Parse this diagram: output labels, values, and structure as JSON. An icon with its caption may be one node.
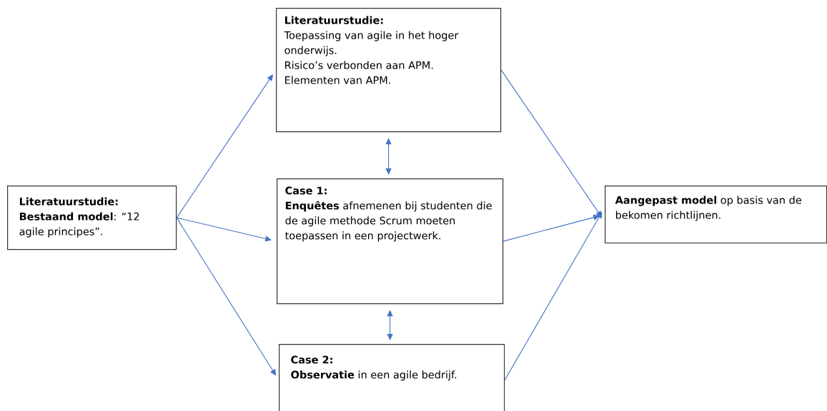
{
  "diagram": {
    "nodes": [
      {
        "text": [
          "Literatuurstudie:",
          "**Bestaand model**: “12 agile principes”."
        ]
      },
      {
        "text": [
          "Literatuurstudie:",
          "Toepassing van agile in het hoger onderwijs.",
          "Risico’s verbonden aan APM.",
          "Elementen van APM."
        ]
      },
      {
        "text": [
          "Case 1:",
          "**Enquêtes** afnemenen bij studenten die de agile methode Scrum moeten toepassen in een projectwerk."
        ]
      },
      {
        "text": [
          "Case 2:",
          "**Observatie** in een agile bedrijf."
        ]
      },
      {
        "text": [
          "**Aangepast model** op basis van de bekomen richtlijnen."
        ]
      }
    ],
    "edges": [
      {
        "from": 0,
        "to": 1,
        "arrow": "to"
      },
      {
        "from": 0,
        "to": 2,
        "arrow": "to"
      },
      {
        "from": 0,
        "to": 3,
        "arrow": "to"
      },
      {
        "from": 1,
        "to": 4,
        "arrow": "to"
      },
      {
        "from": 2,
        "to": 4,
        "arrow": "to"
      },
      {
        "from": 3,
        "to": 4,
        "arrow": "to"
      },
      {
        "from": 1,
        "to": 2,
        "arrow": "both"
      },
      {
        "from": 2,
        "to": 3,
        "arrow": "both"
      }
    ]
  }
}
